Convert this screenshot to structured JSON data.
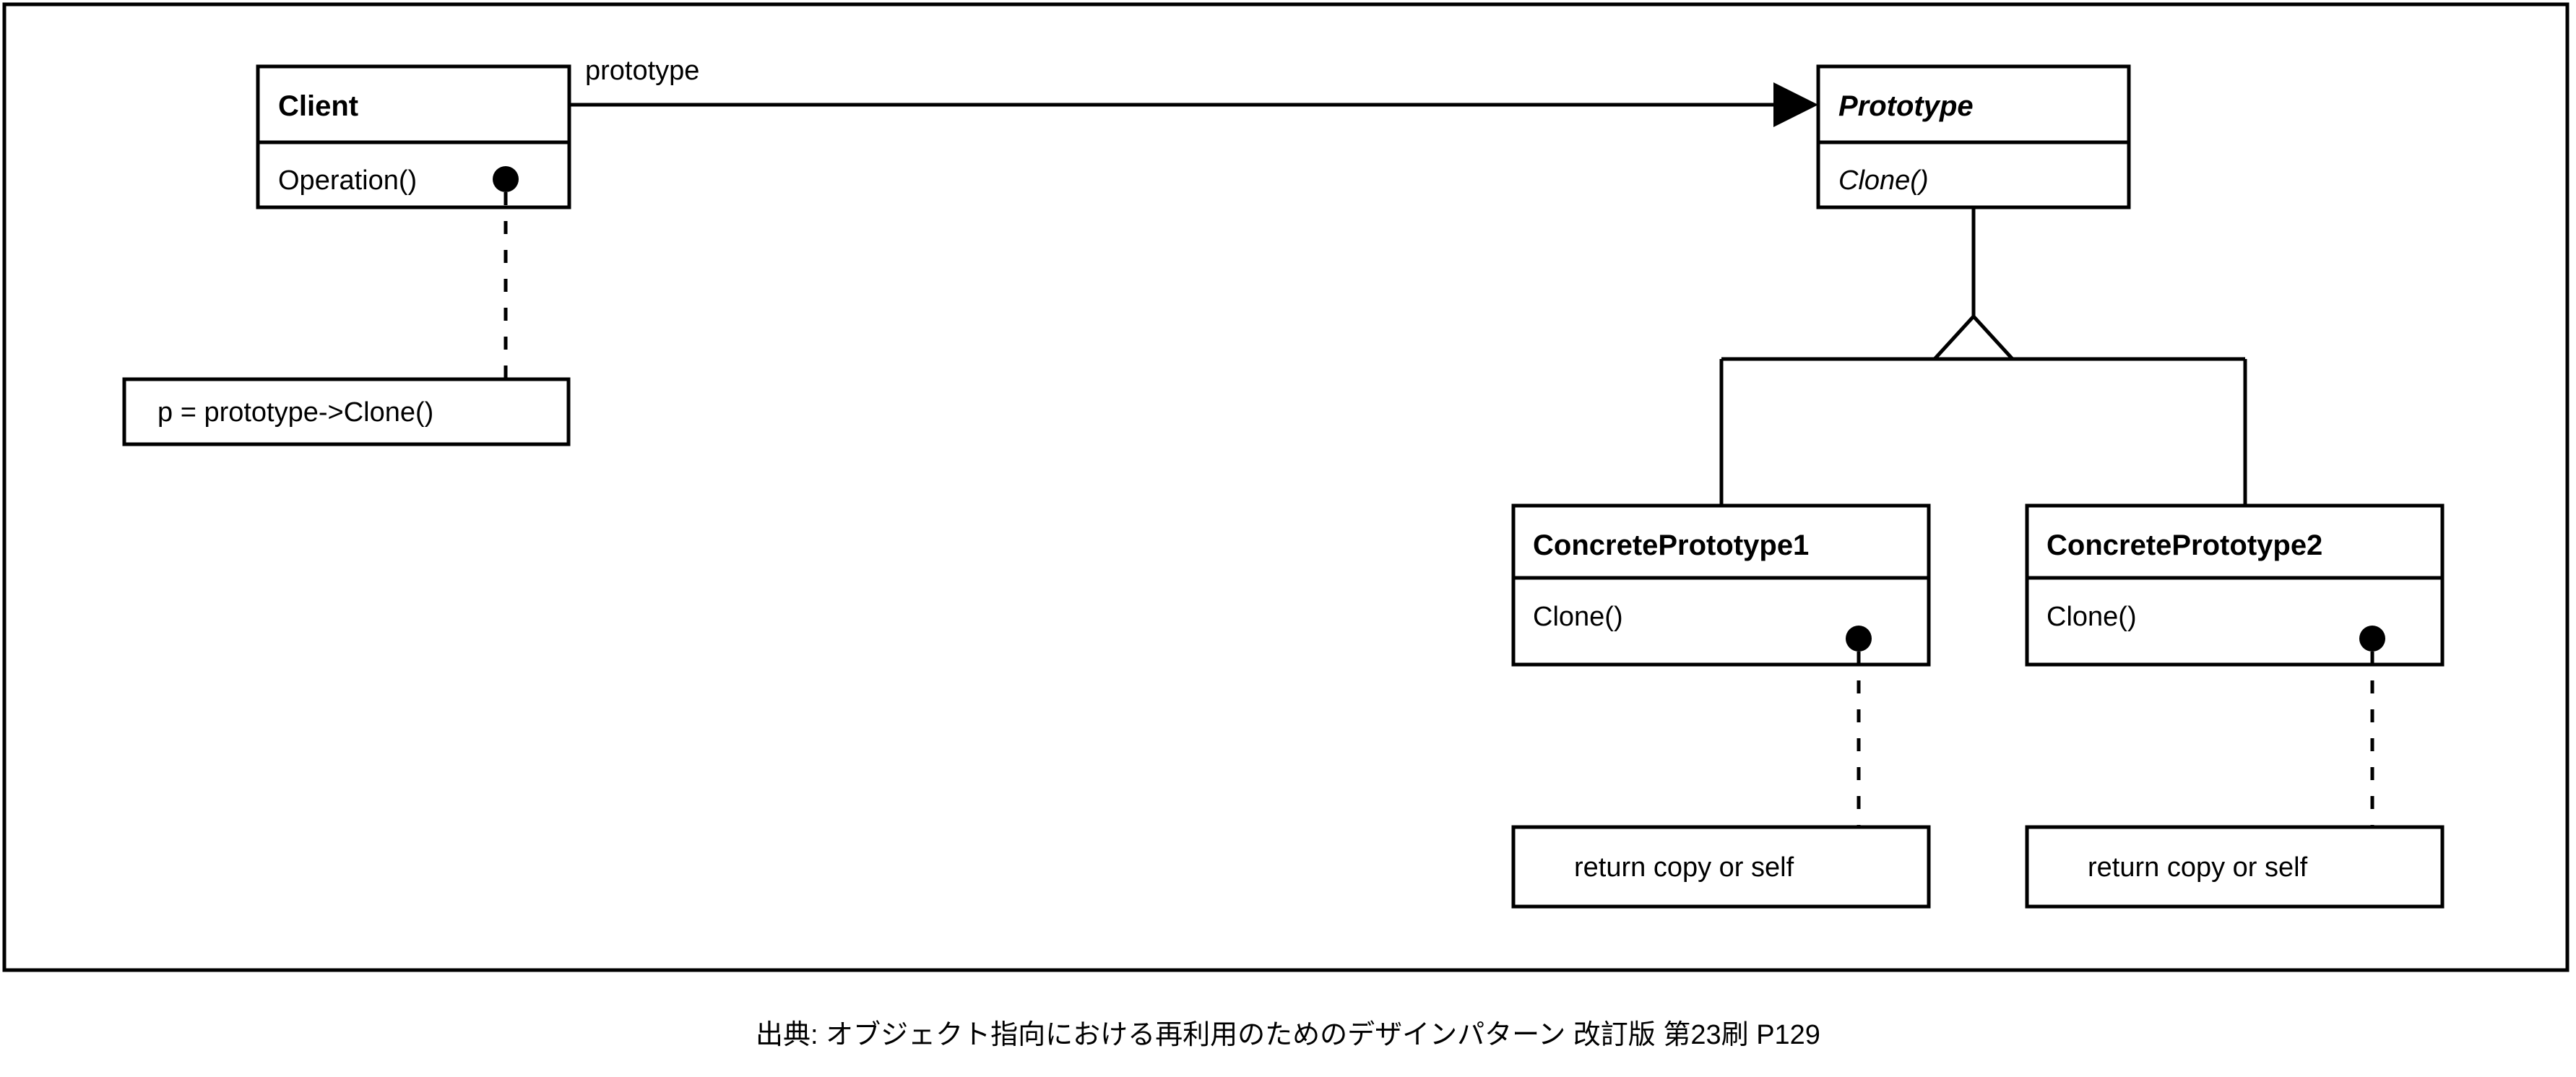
{
  "diagram": {
    "type": "uml-class-diagram",
    "pattern_name": "Prototype",
    "classes": [
      {
        "id": "client",
        "name": "Client",
        "abstract": false,
        "members": [
          "Operation()"
        ]
      },
      {
        "id": "prototype",
        "name": "Prototype",
        "abstract": true,
        "members": [
          "Clone()"
        ]
      },
      {
        "id": "concrete1",
        "name": "ConcretePrototype1",
        "abstract": false,
        "members": [
          "Clone()"
        ]
      },
      {
        "id": "concrete2",
        "name": "ConcretePrototype2",
        "abstract": false,
        "members": [
          "Clone()"
        ]
      }
    ],
    "notes": [
      {
        "id": "note-client",
        "text": "p = prototype->Clone()"
      },
      {
        "id": "note-concrete1",
        "text": "return copy or self"
      },
      {
        "id": "note-concrete2",
        "text": "return copy or self"
      }
    ],
    "associations": [
      {
        "id": "client-prototype",
        "label": "prototype",
        "from": "Client",
        "to": "Prototype",
        "style": "solid",
        "arrow": "filled-triangle"
      }
    ],
    "generalizations": [
      {
        "from": "ConcretePrototype1",
        "to": "Prototype",
        "arrow": "hollow-triangle"
      },
      {
        "from": "ConcretePrototype2",
        "to": "Prototype",
        "arrow": "hollow-triangle"
      }
    ]
  },
  "caption": {
    "text": "出典: オブジェクト指向における再利用のためのデザインパターン 改訂版 第23刷 P129"
  },
  "colors": {
    "stroke": "#000000",
    "fill": "#ffffff",
    "background": "#ffffff"
  }
}
